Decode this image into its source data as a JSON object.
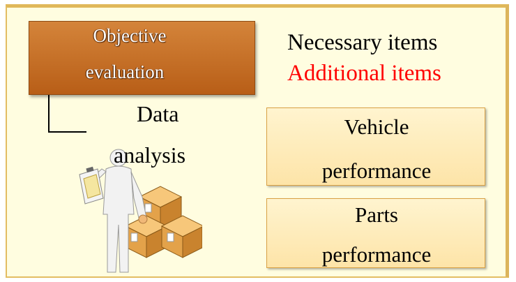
{
  "objective_box": {
    "line1": "Objective",
    "line2": "evaluation"
  },
  "sub_item": {
    "line1": "Data",
    "line2": "analysis"
  },
  "legend": {
    "necessary": "Necessary items",
    "additional": "Additional items"
  },
  "vehicle_box": {
    "line1": "Vehicle",
    "line2": "performance"
  },
  "parts_box": {
    "line1": "Parts",
    "line2": "performance"
  },
  "colors": {
    "panel_bg": "#fffde0",
    "panel_border": "#e0b85a",
    "objective_fill": "#c06a22",
    "item_fill": "#fde9b8",
    "additional_text": "#ff0000"
  },
  "illustration": {
    "icon": "worker-with-clipboard-and-boxes"
  }
}
